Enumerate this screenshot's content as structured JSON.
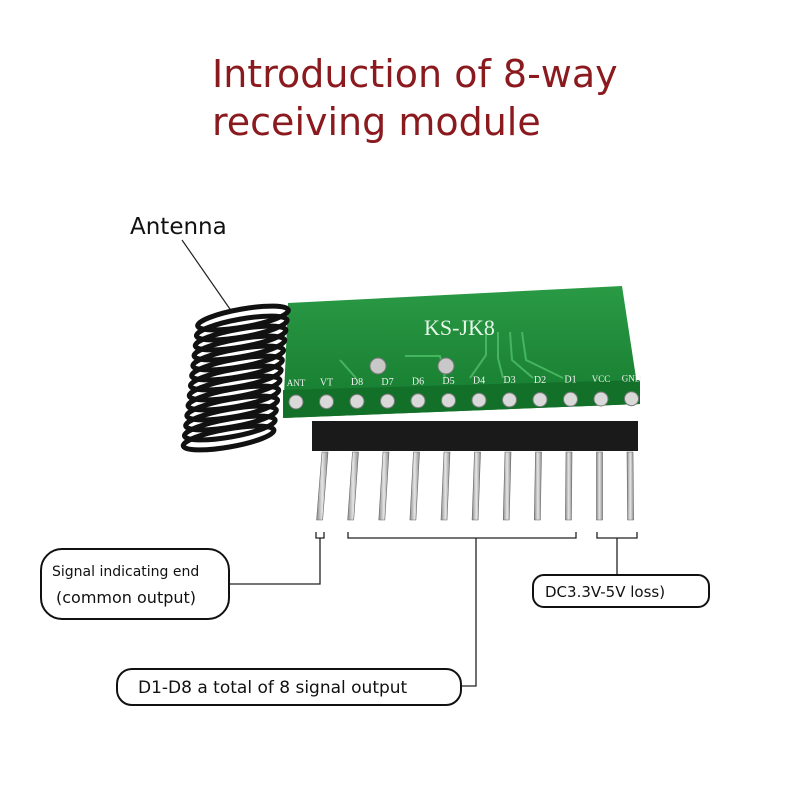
{
  "title": {
    "line1": "Introduction of 8-way",
    "line2": "receiving module"
  },
  "labels": {
    "antenna": "Antenna",
    "board_model": "KS-JK8"
  },
  "pins": [
    "ANT",
    "VT",
    "D8",
    "D7",
    "D6",
    "D5",
    "D4",
    "D3",
    "D2",
    "D1",
    "VCC",
    "GND"
  ],
  "callouts": {
    "signal_end_line1": "Signal indicating end",
    "signal_end_line2": "(common output)",
    "power": "DC3.3V-5V loss)",
    "data_outputs": "D1-D8 a total of 8 signal output"
  },
  "colors": {
    "title": "#8b1a1f",
    "pcb": "#1f8a3a",
    "antenna_coil": "#111111",
    "pins": "#b9b9b9"
  }
}
